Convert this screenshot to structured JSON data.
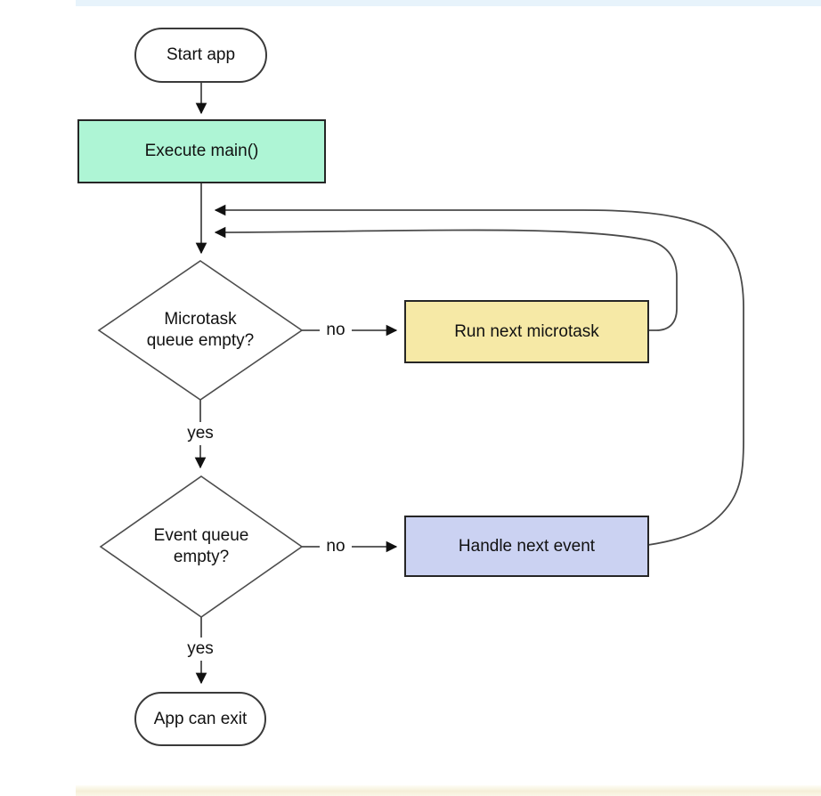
{
  "diagram": {
    "nodes": {
      "start": {
        "label": "Start app"
      },
      "execute_main": {
        "label": "Execute main()"
      },
      "microtask_check": {
        "label": "Microtask queue empty?"
      },
      "run_microtask": {
        "label": "Run next microtask"
      },
      "event_check": {
        "label": "Event queue empty?"
      },
      "handle_event": {
        "label": "Handle next event"
      },
      "exit": {
        "label": "App can exit"
      }
    },
    "edge_labels": {
      "no": "no",
      "yes": "yes"
    }
  },
  "colors": {
    "start_fill": "#ffffff",
    "execute_main_fill": "#aef5d5",
    "run_microtask_fill": "#f6e9a6",
    "handle_event_fill": "#cbd2f2",
    "exit_fill": "#ffffff",
    "decision_fill": "#ffffff",
    "node_stroke": "#262626",
    "decision_stroke": "#4d4d4d",
    "edge_stroke": "#4a4a4a",
    "arrowhead": "#111111",
    "top_bar": "#e7f3fb",
    "bottom_bar": "#f5efd8"
  }
}
